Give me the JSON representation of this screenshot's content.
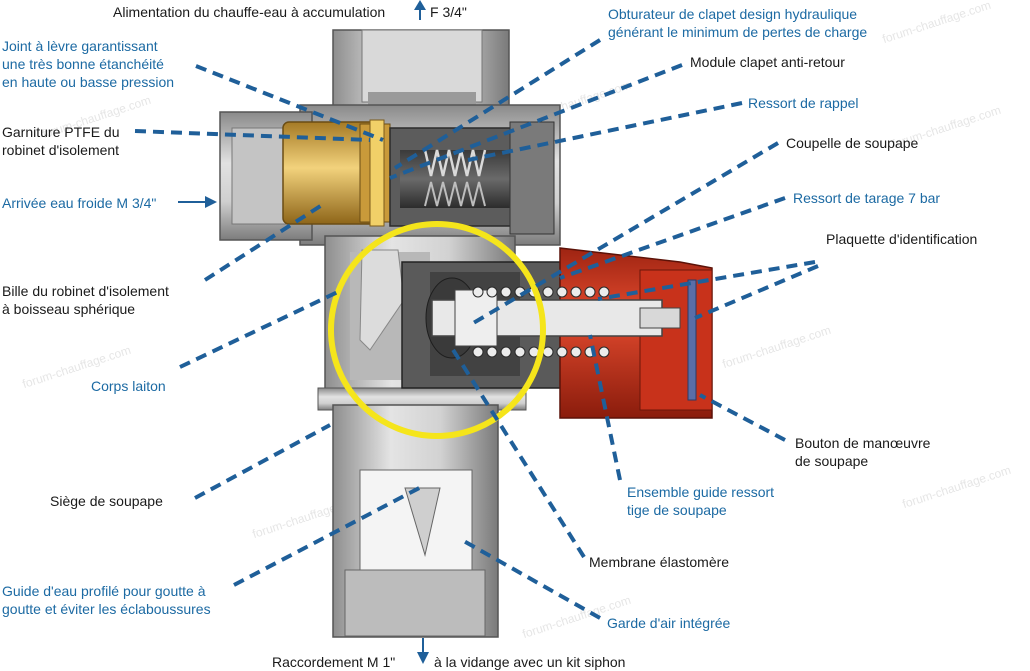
{
  "colors": {
    "leader": "#1f5f99",
    "label_blue": "#1c6aa3",
    "label_dark": "#1a1a1a",
    "body_metal": "#bdbdbd",
    "brass": "#d6a94a",
    "red_cap": "#d63a22",
    "highlight_ring": "#f5e51b"
  },
  "watermark": "forum-chauffage.com",
  "labels": {
    "top_outlet": "Alimentation du chauffe-eau à accumulation",
    "top_thread": "F 3/4\"",
    "lip_seal": [
      "Joint à lèvre garantissant",
      "une très bonne étanchéité",
      "en haute ou basse pression"
    ],
    "ptfe": [
      "Garniture PTFE du",
      "robinet d'isolement"
    ],
    "cold_inlet": "Arrivée eau froide M 3/4\"",
    "ball": [
      "Bille du robinet d'isolement",
      "à boisseau sphérique"
    ],
    "body": "Corps laiton",
    "seat": "Siège de soupape",
    "water_guide": [
      "Guide d'eau profilé pour goutte à",
      "goutte et éviter les éclaboussures"
    ],
    "bottom_conn": "Raccordement M 1\"",
    "bottom_drain": "à la vidange avec un kit siphon",
    "shutter": [
      "Obturateur de clapet design hydraulique",
      "générant le minimum de pertes de charge"
    ],
    "check_module": "Module clapet anti-retour",
    "return_spring": "Ressort de rappel",
    "valve_cup": "Coupelle de soupape",
    "set_spring": "Ressort de tarage 7 bar",
    "id_plate": "Plaquette d'identification",
    "knob": [
      "Bouton de manœuvre",
      "de soupape"
    ],
    "guide_assembly": [
      "Ensemble guide ressort",
      "tige de soupape"
    ],
    "membrane": "Membrane élastomère",
    "air_gap": "Garde d'air intégrée"
  }
}
